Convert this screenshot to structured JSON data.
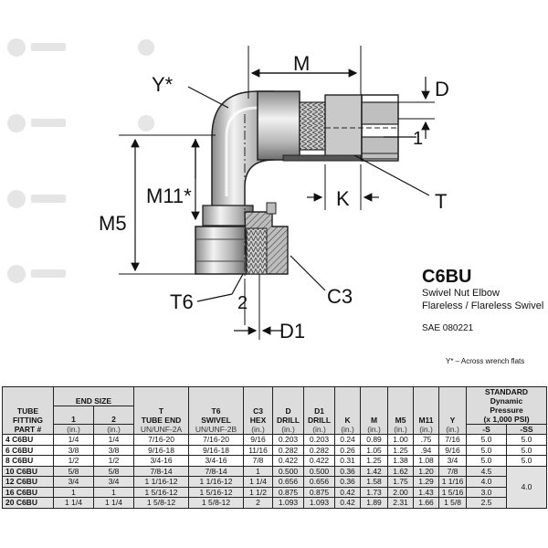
{
  "drawing": {
    "labels": {
      "m": "M",
      "d": "D",
      "one": "1",
      "y": "Y*",
      "m11": "M11*",
      "m5": "M5",
      "k": "K",
      "t": "T",
      "c3": "C3",
      "t6": "T6",
      "two": "2",
      "d1": "D1"
    }
  },
  "title": {
    "code": "C6BU",
    "line1": "Swivel Nut Elbow",
    "line2": "Flareless / Flareless Swivel",
    "sae": "SAE 080221"
  },
  "footnote": "Y* – Across wrench flats",
  "table": {
    "headers": {
      "part": [
        "TUBE",
        "FITTING",
        "PART #"
      ],
      "end_size": "END SIZE",
      "c1": "1",
      "c2": "2",
      "t": [
        "T",
        "TUBE END",
        "UN/UNF-2A"
      ],
      "t6": [
        "T6",
        "SWIVEL",
        "UN/UNF-2B"
      ],
      "c3": [
        "C3",
        "HEX"
      ],
      "d": [
        "D",
        "DRILL"
      ],
      "d1": [
        "D1",
        "DRILL"
      ],
      "k": "K",
      "m": "M",
      "m5": "M5",
      "m11": "M11",
      "y": "Y",
      "pressure": [
        "STANDARD",
        "Dynamic",
        "Pressure",
        "(x 1,000 PSI)"
      ],
      "s": "-S",
      "ss": "-SS",
      "unit": "(in.)"
    },
    "rows": [
      {
        "part": "4 C6BU",
        "c1": "1/4",
        "c2": "1/4",
        "t": "7/16-20",
        "t6": "7/16-20",
        "c3": "9/16",
        "d": "0.203",
        "d1": "0.203",
        "k": "0.24",
        "m": "0.89",
        "m5": "1.00",
        "m11": ".75",
        "y": "7/16",
        "s": "5.0",
        "ss": "5.0"
      },
      {
        "part": "6 C6BU",
        "c1": "3/8",
        "c2": "3/8",
        "t": "9/16-18",
        "t6": "9/16-18",
        "c3": "11/16",
        "d": "0.282",
        "d1": "0.282",
        "k": "0.26",
        "m": "1.05",
        "m5": "1.25",
        "m11": ".94",
        "y": "9/16",
        "s": "5.0",
        "ss": "5.0"
      },
      {
        "part": "8 C6BU",
        "c1": "1/2",
        "c2": "1/2",
        "t": "3/4-16",
        "t6": "3/4-16",
        "c3": "7/8",
        "d": "0.422",
        "d1": "0.422",
        "k": "0.31",
        "m": "1.25",
        "m5": "1.38",
        "m11": "1.08",
        "y": "3/4",
        "s": "5.0",
        "ss": "5.0"
      },
      {
        "part": "10 C6BU",
        "c1": "5/8",
        "c2": "5/8",
        "t": "7/8-14",
        "t6": "7/8-14",
        "c3": "1",
        "d": "0.500",
        "d1": "0.500",
        "k": "0.36",
        "m": "1.42",
        "m5": "1.62",
        "m11": "1.20",
        "y": "7/8",
        "s": "4.5",
        "ss": ""
      },
      {
        "part": "12 C6BU",
        "c1": "3/4",
        "c2": "3/4",
        "t": "1 1/16-12",
        "t6": "1 1/16-12",
        "c3": "1 1/4",
        "d": "0.656",
        "d1": "0.656",
        "k": "0.36",
        "m": "1.58",
        "m5": "1.75",
        "m11": "1.29",
        "y": "1 1/16",
        "s": "4.0",
        "ss": "4.0"
      },
      {
        "part": "16 C6BU",
        "c1": "1",
        "c2": "1",
        "t": "1 5/16-12",
        "t6": "1 5/16-12",
        "c3": "1 1/2",
        "d": "0.875",
        "d1": "0.875",
        "k": "0.42",
        "m": "1.73",
        "m5": "2.00",
        "m11": "1.43",
        "y": "1 5/16",
        "s": "3.0",
        "ss": ""
      },
      {
        "part": "20 C6BU",
        "c1": "1 1/4",
        "c2": "1 1/4",
        "t": "1 5/8-12",
        "t6": "1 5/8-12",
        "c3": "2",
        "d": "1.093",
        "d1": "1.093",
        "k": "0.42",
        "m": "1.89",
        "m5": "2.31",
        "m11": "1.66",
        "y": "1 5/8",
        "s": "2.5",
        "ss": ""
      }
    ]
  }
}
